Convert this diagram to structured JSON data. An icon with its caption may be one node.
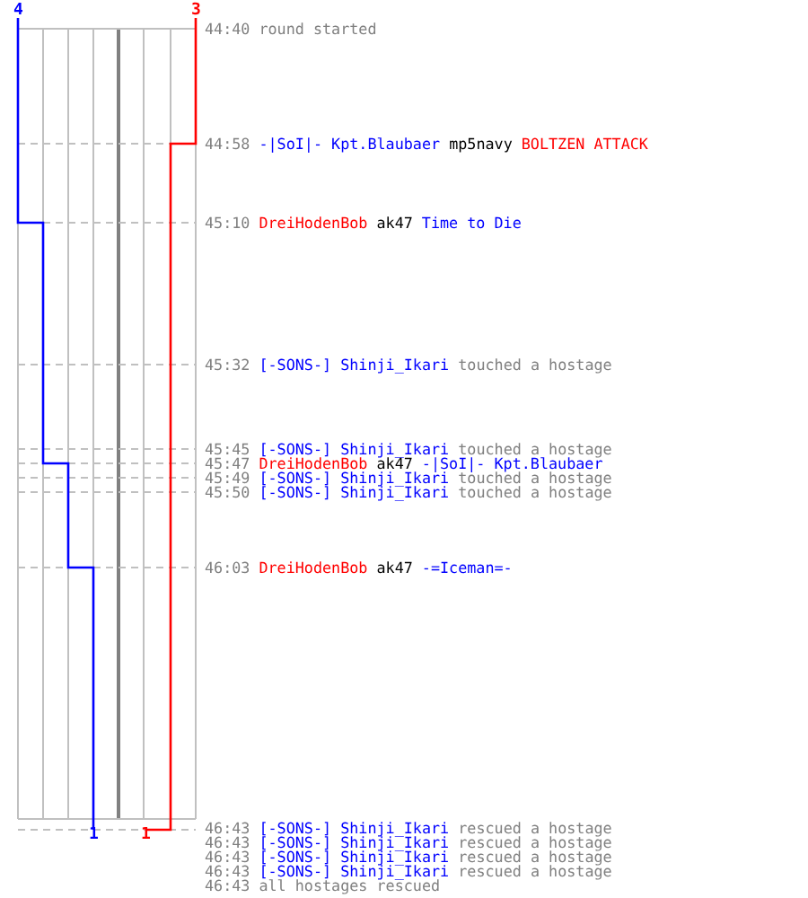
{
  "diagram": {
    "labels": [
      "4",
      "3",
      "44:40",
      "round started",
      "44:58",
      "-|SoI|- Kpt.Blaubaer",
      "mp5navy",
      "BOLTZEN ATTACK",
      "45:10",
      "DreiHodenBob",
      "ak47",
      "Time to Die",
      "45:32",
      "[-SONS-] Shinji_Ikari",
      "touched a hostage",
      "45:45",
      "[-SONS-] Shinji_Ikari",
      "touched a hostage",
      "45:47",
      "DreiHodenBob",
      "ak47",
      "-|SoI|- Kpt.Blaubaer",
      "45:49",
      "[-SONS-] Shinji_Ikari",
      "touched a hostage",
      "45:50",
      "[-SONS-] Shinji_Ikari",
      "touched a hostage",
      "46:03",
      "DreiHodenBob",
      "ak47",
      "-=Iceman=-",
      "1",
      "1",
      "46:43",
      "[-SONS-] Shinji_Ikari",
      "rescued a hostage",
      "46:43",
      "[-SONS-] Shinji_Ikari",
      "rescued a hostage",
      "46:43",
      "[-SONS-] Shinji_Ikari",
      "rescued a hostage",
      "46:43",
      "[-SONS-] Shinji_Ikari",
      "rescued a hostage",
      "46:43",
      "all hostages rescued"
    ]
  }
}
